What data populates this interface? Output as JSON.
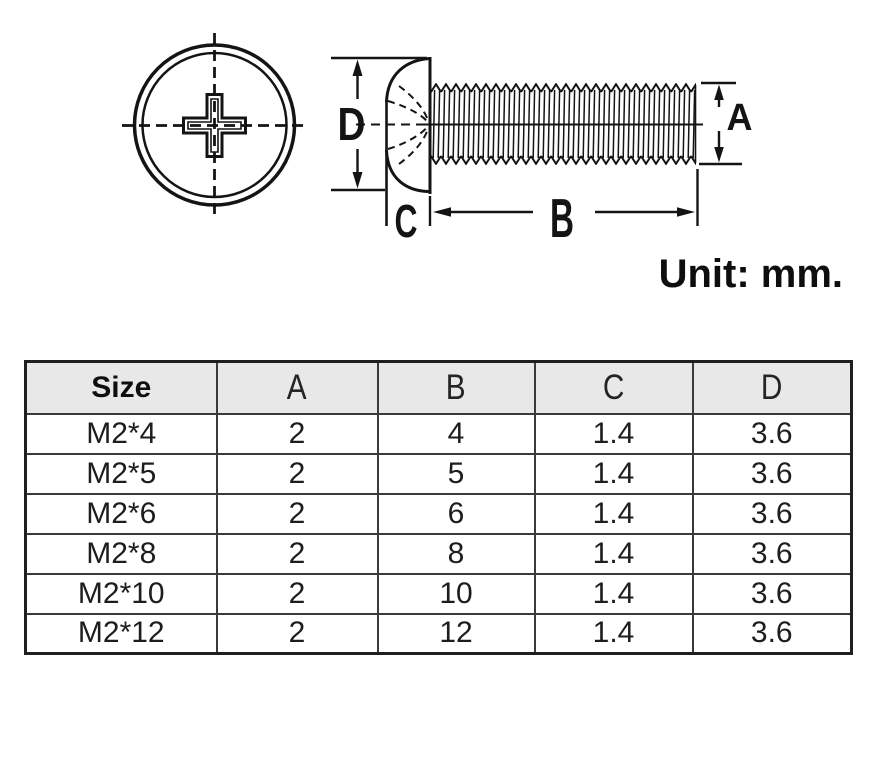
{
  "drawing": {
    "labels": {
      "D": "D",
      "C": "C",
      "B": "B",
      "A": "A"
    },
    "unit_note": "Unit: mm."
  },
  "table": {
    "headers": [
      "Size",
      "A",
      "B",
      "C",
      "D"
    ],
    "rows": [
      [
        "M2*4",
        "2",
        "4",
        "1.4",
        "3.6"
      ],
      [
        "M2*5",
        "2",
        "5",
        "1.4",
        "3.6"
      ],
      [
        "M2*6",
        "2",
        "6",
        "1.4",
        "3.6"
      ],
      [
        "M2*8",
        "2",
        "8",
        "1.4",
        "3.6"
      ],
      [
        "M2*10",
        "2",
        "10",
        "1.4",
        "3.6"
      ],
      [
        "M2*12",
        "2",
        "12",
        "1.4",
        "3.6"
      ]
    ]
  },
  "colors": {
    "ink": "#141414",
    "table_header_bg": "#e8e8e8",
    "table_inner_border": "#3a3a3a",
    "table_outer_border": "#1f1f1f",
    "background": "#ffffff"
  }
}
